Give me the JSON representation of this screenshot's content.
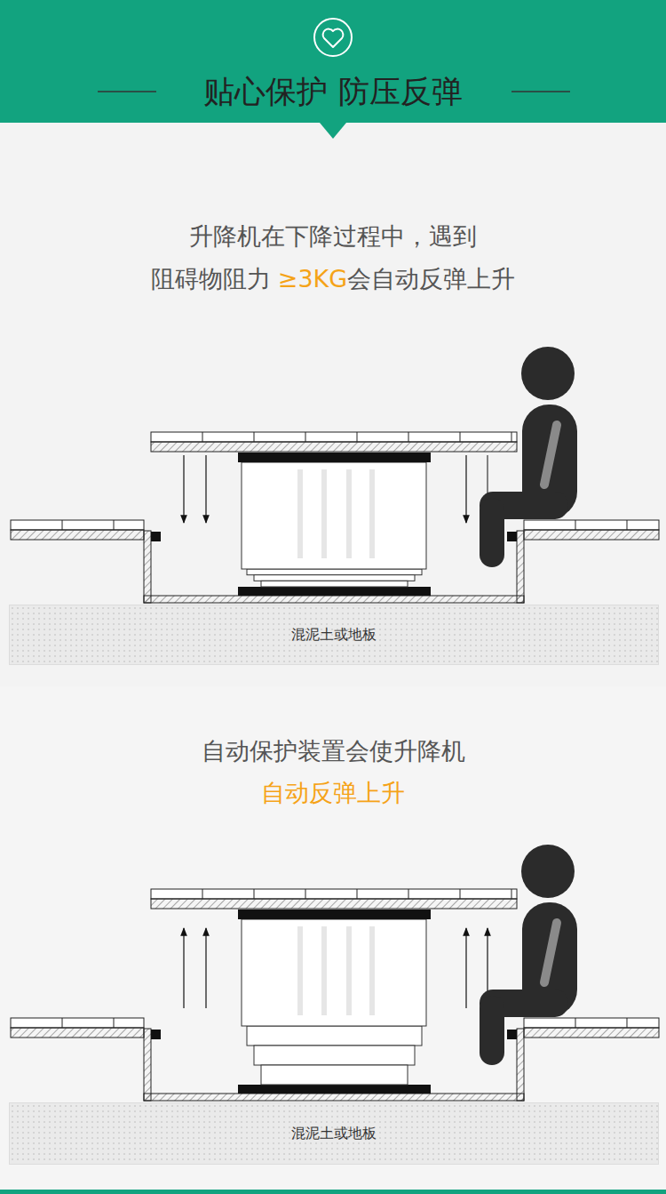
{
  "diagram": {
    "title": "贴心保护 防压反弹",
    "nodes": [
      {
        "text": [
          "混泥土或地板"
        ]
      },
      {
        "text": [
          "混泥土或地板"
        ]
      }
    ],
    "labels": [
      "升降机在下降过程中，遇到",
      "阻碍物阻力",
      "≥3KG",
      "会自动反弹上升",
      "自动保护装置会使升降机",
      "自动反弹上升"
    ]
  }
}
